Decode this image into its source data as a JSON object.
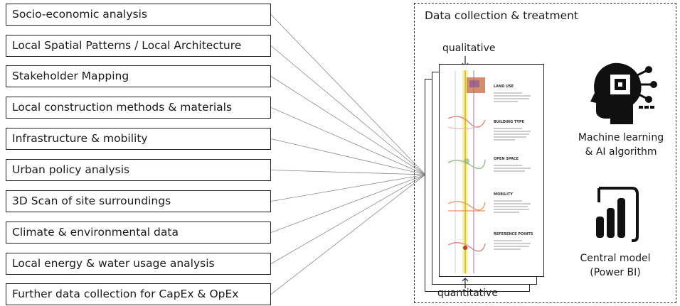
{
  "categories": [
    "Socio-economic analysis",
    "Local Spatial Patterns / Local Architecture",
    "Stakeholder Mapping",
    "Local construction methods & materials",
    "Infrastructure & mobility",
    "Urban policy analysis",
    "3D Scan of site surroundings",
    "Climate & environmental data",
    "Local energy & water usage analysis",
    "Further data collection for CapEx & OpEx"
  ],
  "panel": {
    "title": "Data collection & treatment",
    "label_top": "qualitative",
    "label_bottom": "quantitative"
  },
  "document": {
    "headings": [
      "LAND USE",
      "BUILDING TYPE",
      "OPEN SPACE",
      "MOBILITY",
      "REFERENCE POINTS"
    ]
  },
  "tools": [
    {
      "icon": "ai-head-circuit-icon",
      "line1": "Machine learning",
      "line2": "& AI algorithm"
    },
    {
      "icon": "power-bi-icon",
      "line1": "Central model",
      "line2": "(Power BI)"
    }
  ]
}
